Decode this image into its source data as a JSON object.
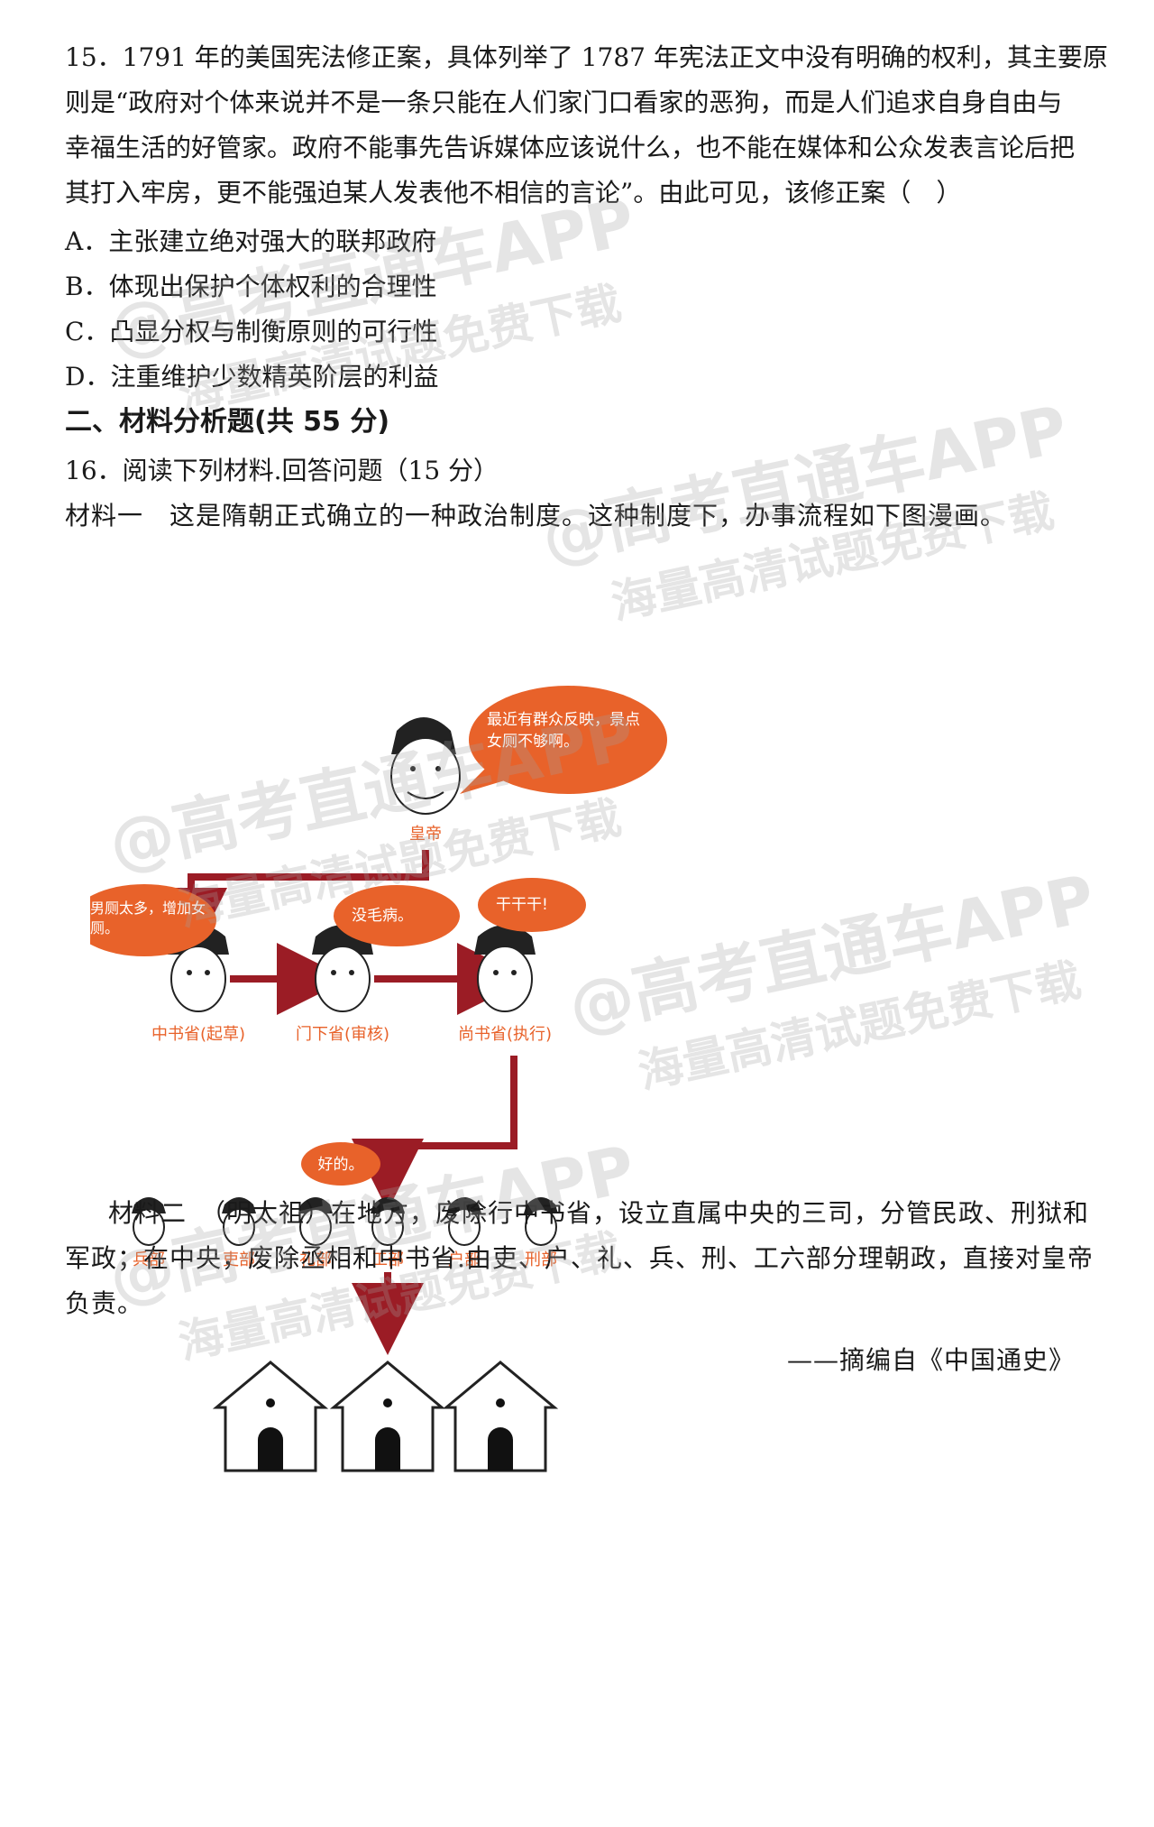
{
  "q15": {
    "line1": "15．1791 年的美国宪法修正案，具体列举了 1787 年宪法正文中没有明确的权利，其主要原",
    "line2": "则是“政府对个体来说并不是一条只能在人们家门口看家的恶狗，而是人们追求自身自由与",
    "line3": "幸福生活的好管家。政府不能事先告诉媒体应该说什么，也不能在媒体和公众发表言论后把",
    "line4": "其打入牢房，更不能强迫某人发表他不相信的言论”。由此可见，该修正案（　）",
    "options": [
      "A．主张建立绝对强大的联邦政府",
      "B．体现出保护个体权利的合理性",
      "C．凸显分权与制衡原则的可行性",
      "D．注重维护少数精英阶层的利益"
    ]
  },
  "section2": "二、材料分析题(共 55 分)",
  "q16": {
    "title": "16．阅读下列材料.回答问题（15 分）",
    "material1": "材料一　这是隋朝正式确立的一种政治制度。这种制度下，办事流程如下图漫画。",
    "material2_line1": "材料二　（明太祖）在地方，废除行中书省，设立直属中央的三司，分管民政、刑狱和",
    "material2_line2": "军政；在中央，废除丞相和中书省.由吏、户、礼、兵、刑、工六部分理朝政，直接对皇帝",
    "material2_line3": "负责。",
    "source": "——摘编自《中国通史》"
  },
  "cartoon": {
    "emperor_bubble": "最近有群众反映，景点女厕不够啊。",
    "emperor_label": "皇帝",
    "zhongshu_bubble": "男厕太多，增加女厕。",
    "menxia_bubble": "没毛病。",
    "shangshu_bubble": "干干干!",
    "zhongshu_label": "中书省(起草)",
    "menxia_label": "门下省(审核)",
    "shangshu_label": "尚书省(执行)",
    "gongbu_bubble": "好的。",
    "ministries": [
      "兵部",
      "吏部",
      "礼部",
      "工部",
      "户部",
      "刑部"
    ],
    "accent": "#e8622a",
    "arrow": "#9b1c25"
  },
  "watermark": {
    "main": "@高考直通车APP",
    "sub": "海量高清试题免费下载"
  }
}
